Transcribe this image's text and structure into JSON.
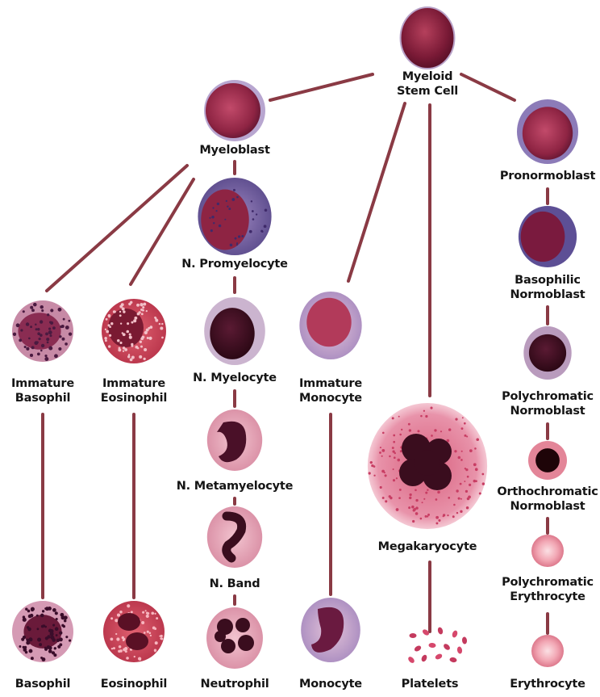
{
  "diagram": {
    "colors": {
      "connector": "#8a3a44",
      "label": "#151515",
      "nucleus_dark": "#3a0d1e",
      "nucleus_red": "#8c1f3c",
      "cytoplasm_pink": "#e9a6b8",
      "cytoplasm_blue": "#7d6aa6",
      "erythrocyte": "#f29aa8"
    },
    "nodes": {
      "myeloid_stem_cell": {
        "lines": [
          "Myeloid",
          "Stem Cell"
        ],
        "icon": "stem-cell-icon"
      },
      "myeloblast": {
        "lines": [
          "Myeloblast"
        ],
        "icon": "myeloblast-icon"
      },
      "n_promyelocyte": {
        "lines": [
          "N. Promyelocyte"
        ],
        "icon": "promyelocyte-icon"
      },
      "n_myelocyte": {
        "lines": [
          "N. Myelocyte"
        ],
        "icon": "myelocyte-icon"
      },
      "n_metamyelocyte": {
        "lines": [
          "N. Metamyelocyte"
        ],
        "icon": "metamyelocyte-icon"
      },
      "n_band": {
        "lines": [
          "N. Band"
        ],
        "icon": "band-cell-icon"
      },
      "neutrophil": {
        "lines": [
          "Neutrophil"
        ],
        "icon": "neutrophil-icon"
      },
      "immature_basophil": {
        "lines": [
          "Immature",
          "Basophil"
        ],
        "icon": "immature-basophil-icon"
      },
      "basophil": {
        "lines": [
          "Basophil"
        ],
        "icon": "basophil-icon"
      },
      "immature_eosinophil": {
        "lines": [
          "Immature",
          "Eosinophil"
        ],
        "icon": "immature-eosinophil-icon"
      },
      "eosinophil": {
        "lines": [
          "Eosinophil"
        ],
        "icon": "eosinophil-icon"
      },
      "immature_monocyte": {
        "lines": [
          "Immature",
          "Monocyte"
        ],
        "icon": "immature-monocyte-icon"
      },
      "monocyte": {
        "lines": [
          "Monocyte"
        ],
        "icon": "monocyte-icon"
      },
      "megakaryocyte": {
        "lines": [
          "Megakaryocyte"
        ],
        "icon": "megakaryocyte-icon"
      },
      "platelets": {
        "lines": [
          "Platelets"
        ],
        "icon": "platelets-icon"
      },
      "pronormoblast": {
        "lines": [
          "Pronormoblast"
        ],
        "icon": "pronormoblast-icon"
      },
      "basophilic_normoblast": {
        "lines": [
          "Basophilic",
          "Normoblast"
        ],
        "icon": "basophilic-normoblast-icon"
      },
      "polychromatic_normoblast": {
        "lines": [
          "Polychromatic",
          "Normoblast"
        ],
        "icon": "polychromatic-normoblast-icon"
      },
      "orthochromatic_normoblast": {
        "lines": [
          "Orthochromatic",
          "Normoblast"
        ],
        "icon": "orthochromatic-normoblast-icon"
      },
      "polychromatic_erythrocyte": {
        "lines": [
          "Polychromatic",
          "Erythrocyte"
        ],
        "icon": "reticulocyte-icon"
      },
      "erythrocyte": {
        "lines": [
          "Erythrocyte"
        ],
        "icon": "erythrocyte-icon"
      }
    },
    "edges": [
      [
        "myeloid_stem_cell",
        "myeloblast"
      ],
      [
        "myeloid_stem_cell",
        "immature_monocyte"
      ],
      [
        "myeloid_stem_cell",
        "megakaryocyte"
      ],
      [
        "myeloid_stem_cell",
        "pronormoblast"
      ],
      [
        "myeloblast",
        "n_promyelocyte"
      ],
      [
        "myeloblast",
        "immature_basophil"
      ],
      [
        "myeloblast",
        "immature_eosinophil"
      ],
      [
        "n_promyelocyte",
        "n_myelocyte"
      ],
      [
        "n_myelocyte",
        "n_metamyelocyte"
      ],
      [
        "n_metamyelocyte",
        "n_band"
      ],
      [
        "n_band",
        "neutrophil"
      ],
      [
        "immature_basophil",
        "basophil"
      ],
      [
        "immature_eosinophil",
        "eosinophil"
      ],
      [
        "immature_monocyte",
        "monocyte"
      ],
      [
        "megakaryocyte",
        "platelets"
      ],
      [
        "pronormoblast",
        "basophilic_normoblast"
      ],
      [
        "basophilic_normoblast",
        "polychromatic_normoblast"
      ],
      [
        "polychromatic_normoblast",
        "orthochromatic_normoblast"
      ],
      [
        "orthochromatic_normoblast",
        "polychromatic_erythrocyte"
      ],
      [
        "polychromatic_erythrocyte",
        "erythrocyte"
      ]
    ]
  }
}
